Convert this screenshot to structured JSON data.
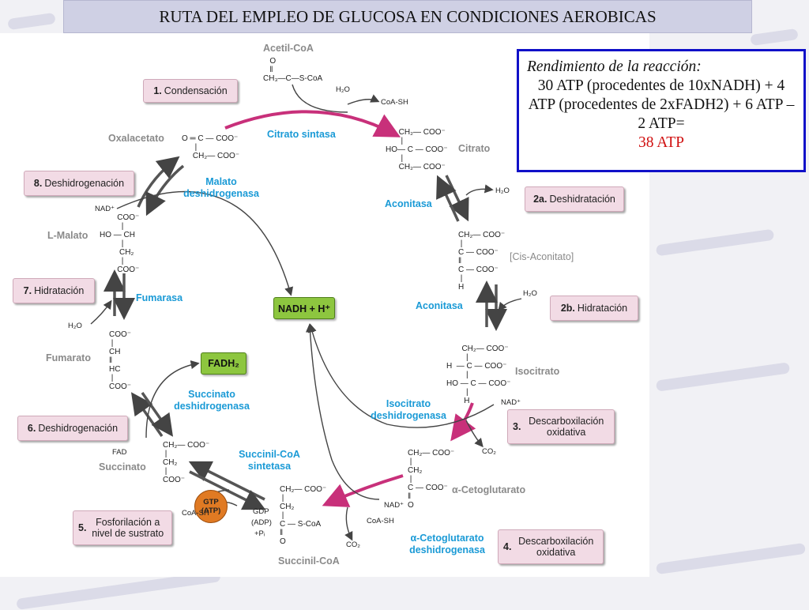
{
  "title": "RUTA DEL EMPLEO DE GLUCOSA EN CONDICIONES AEROBICAS",
  "info": {
    "heading": "Rendimiento de la reacción:",
    "body": "30 ATP (procedentes de 10xNADH) + 4 ATP (procedentes de 2xFADH2) + 6 ATP – 2 ATP=",
    "result": "38 ATP"
  },
  "steps": {
    "s1": {
      "num": "1.",
      "label": "Condensación"
    },
    "s2a": {
      "num": "2a.",
      "label": "Deshidratación"
    },
    "s2b": {
      "num": "2b.",
      "label": "Hidratación"
    },
    "s3": {
      "num": "3.",
      "label": "Descarboxilación oxidativa"
    },
    "s4": {
      "num": "4.",
      "label": "Descarboxilación oxidativa"
    },
    "s5": {
      "num": "5.",
      "label": "Fosforilación a nivel de sustrato"
    },
    "s6": {
      "num": "6.",
      "label": "Deshidrogenación"
    },
    "s7": {
      "num": "7.",
      "label": "Hidratación"
    },
    "s8": {
      "num": "8.",
      "label": "Deshidrogenación"
    }
  },
  "metabolites": {
    "acetilcoa": "Acetil-CoA",
    "citrato": "Citrato",
    "cisaconitato": "[Cis-Aconitato]",
    "isocitrato": "Isocitrato",
    "cetoglutarato": "α-Cetoglutarato",
    "succinilcoa": "Succinil-CoA",
    "succinato": "Succinato",
    "fumarato": "Fumarato",
    "malato": "L-Malato",
    "oxalacetato": "Oxalacetato"
  },
  "enzymes": {
    "citrato_sintasa": "Citrato sintasa",
    "aconitasa1": "Aconitasa",
    "aconitasa2": "Aconitasa",
    "isocitrato_dh": "Isocitrato deshidrogenasa",
    "cetoglutarato_dh": "α-Cetoglutarato deshidrogenasa",
    "succinil_sintetasa": "Succinil-CoA sintetasa",
    "succinato_dh": "Succinato deshidrogenasa",
    "fumarasa": "Fumarasa",
    "malato_dh": "Malato deshidrogenasa"
  },
  "cofactors": {
    "nadh": "NADH + H⁺",
    "fadh2": "FADH₂",
    "gtp": "GTP",
    "atp": "(ATP)",
    "h2o_1": "H₂O",
    "coash_1": "CoA-SH",
    "h2o_2a": "H₂O",
    "h2o_2b": "H₂O",
    "nad_3": "NAD⁺",
    "co2_3": "CO₂",
    "nad_4": "NAD⁺",
    "coash_4": "CoA-SH",
    "co2_4": "CO₂",
    "gdp": "GDP",
    "adp": "(ADP)",
    "pi": "+Pᵢ",
    "coash_5": "CoA-SH",
    "fad": "FAD",
    "h2o_7": "H₂O",
    "nad_8": "NAD⁺"
  },
  "structures": {
    "acetilcoa": "   O\n   ‖\nCH₃—C—S-CoA",
    "oxalacetato": "O ═ C — COO⁻\n      |\n     CH₂— COO⁻",
    "citrato": "      CH₂— COO⁻\n       |\nHO— C — COO⁻\n       |\n      CH₂— COO⁻",
    "cisaconitato": "CH₂— COO⁻\n |\nC — COO⁻\n‖\nC — COO⁻\n |\nH",
    "isocitrato": "       CH₂— COO⁻\n         |\nH  — C — COO⁻\n         |\nHO — C — COO⁻\n         |\n        H",
    "cetoglutarato": "CH₂— COO⁻\n |\nCH₂\n |\nC — COO⁻\n‖\nO",
    "succinilcoa": "CH₂— COO⁻\n |\nCH₂\n |\nC — S-CoA\n‖\nO",
    "succinato": "CH₂— COO⁻\n |\nCH₂\n |\nCOO⁻",
    "fumarato": "COO⁻\n |\nCH\n‖\nHC\n |\nCOO⁻",
    "malato": "        COO⁻\n          |\nHO — CH\n          |\n         CH₂\n          |\n        COO⁻"
  }
}
